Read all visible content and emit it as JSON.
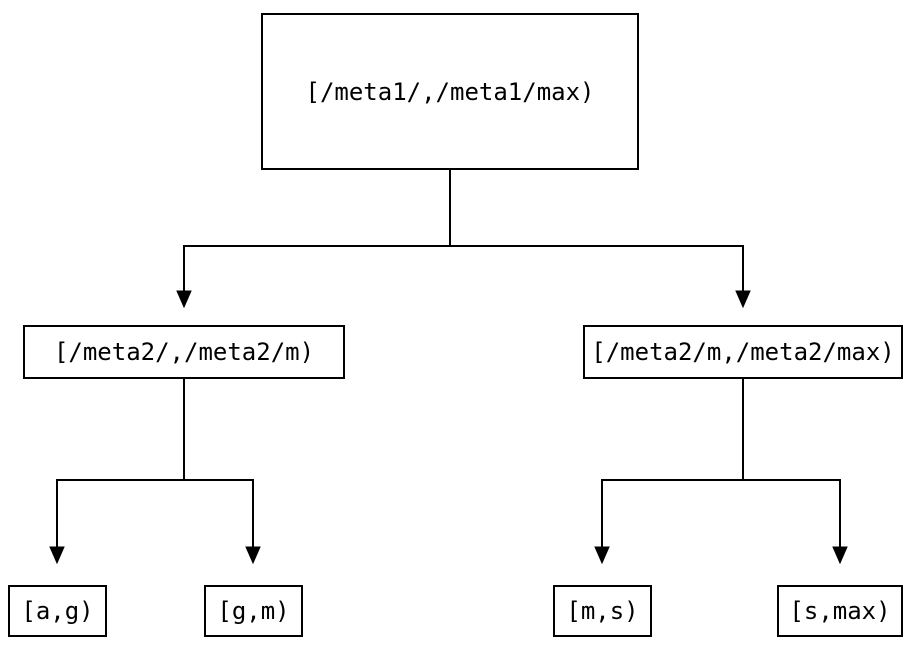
{
  "diagram": {
    "type": "binary-partition-tree",
    "background_color": "#ffffff",
    "line_color": "#000000",
    "nodes": {
      "root": {
        "label": "[/meta1/,/meta1/max)"
      },
      "meta2_low": {
        "label": "[/meta2/,/meta2/m)"
      },
      "meta2_high": {
        "label": "[/meta2/m,/meta2/max)"
      },
      "leaf_ag": {
        "label": "[a,g)"
      },
      "leaf_gm": {
        "label": "[g,m)"
      },
      "leaf_ms": {
        "label": "[m,s)"
      },
      "leaf_smax": {
        "label": "[s,max)"
      }
    }
  }
}
